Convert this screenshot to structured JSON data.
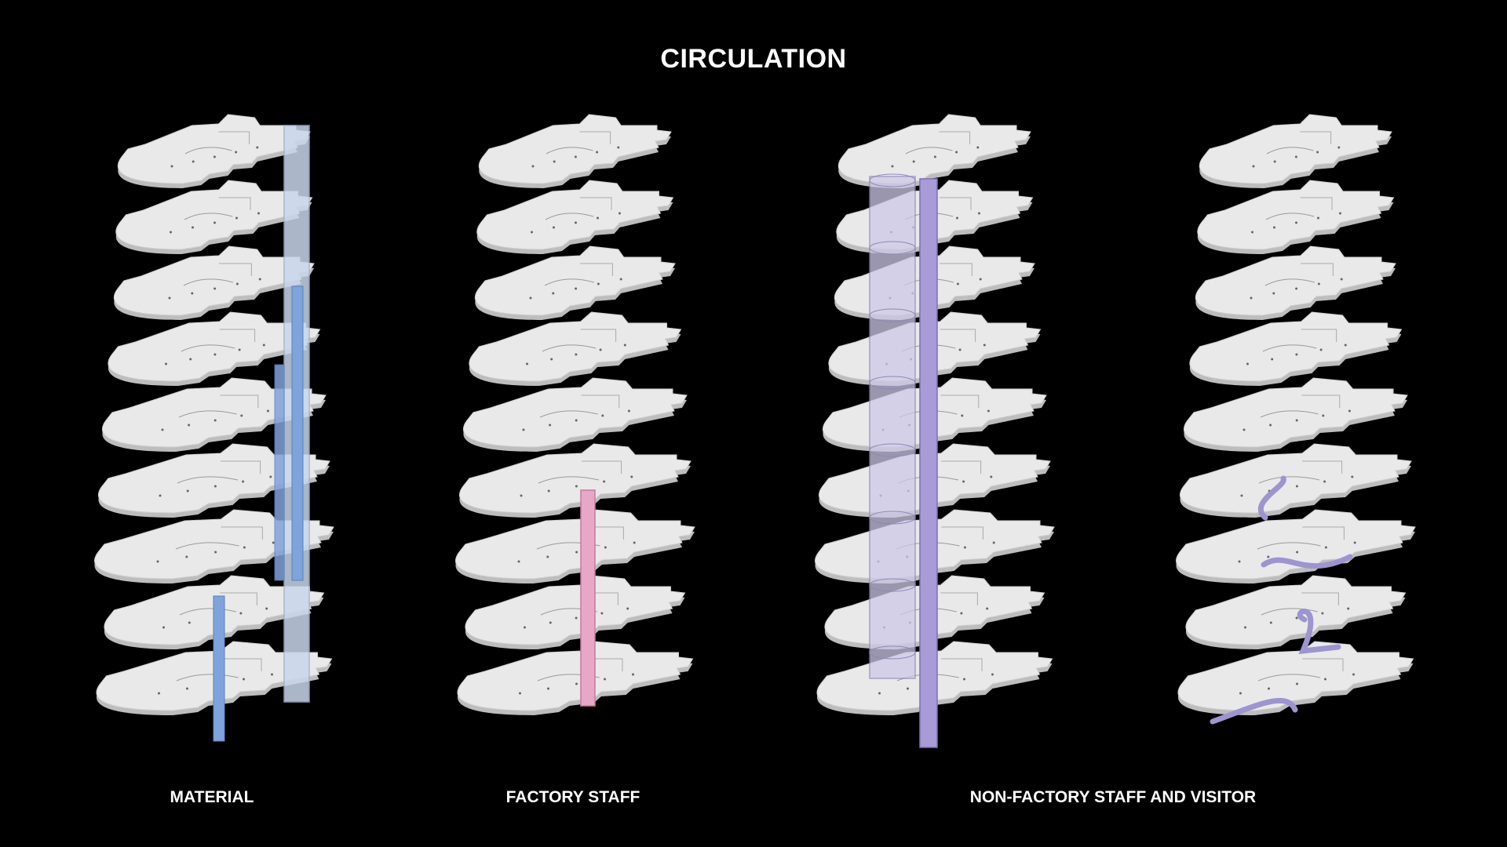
{
  "title": "CIRCULATION",
  "columns": [
    {
      "label": "MATERIAL",
      "accent": "#7fa3dc"
    },
    {
      "label": "FACTORY STAFF",
      "accent": "#e8a7c6"
    },
    {
      "label": "NON-FACTORY STAFF AND VISITOR",
      "accent": "#a99ad8"
    },
    {
      "label": "",
      "accent": "#9c95cf"
    }
  ],
  "floor_count": 9,
  "colors": {
    "background": "#000000",
    "floor_fill": "#e9e9e9",
    "floor_edge": "#cfcfcf",
    "material_shaft": "#c9d6ec",
    "material_lift": "#7fa3dc",
    "staff_core": "#e8a7c6",
    "visitor_tube": "#cdc8e8",
    "visitor_core": "#a99ad8",
    "visitor_ramp": "#9c95cf"
  }
}
